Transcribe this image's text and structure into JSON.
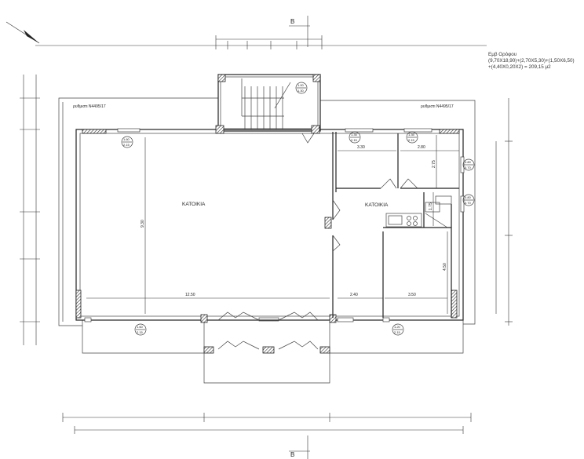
{
  "area_note": {
    "title": "Εμβ Ορόφου",
    "line1": "(9,70X18,90)+(2,70X5,30)+(1,50X6,50)",
    "line2": "+(4,40X0,20X2) = 209,15 μ2"
  },
  "setback_labels": [
    "ρυθμιστι Ν4495/17",
    "ρυθμιστι Ν4495/17"
  ],
  "rooms": [
    "ΚΑΤΟΙΚΙΑ",
    "ΚΑΤΟΙΚΙΑ"
  ],
  "section_marker": "Β",
  "dimensions": {
    "main_width": "12.50",
    "main_depth": "9.30",
    "room_a_width": "3.30",
    "room_b_width": "2.80",
    "room_b_depth": "2.75",
    "bath_depth": "1.75",
    "bottom_left": "2.40",
    "bottom_right": "3.50",
    "right_depth": "4.50"
  },
  "window_tags": [
    {
      "w": "1.60",
      "h": "2.15"
    },
    {
      "w": "1.35",
      "h": "2.15"
    },
    {
      "w": "1.35",
      "h": "2.15"
    },
    {
      "w": "0.80",
      "h": "0.70"
    },
    {
      "w": "0.80",
      "h": "0.70"
    },
    {
      "w": "1.60",
      "h": "2.15"
    },
    {
      "w": "1.20",
      "h": "2.15"
    },
    {
      "w": "1.00",
      "h": "1.30"
    }
  ]
}
